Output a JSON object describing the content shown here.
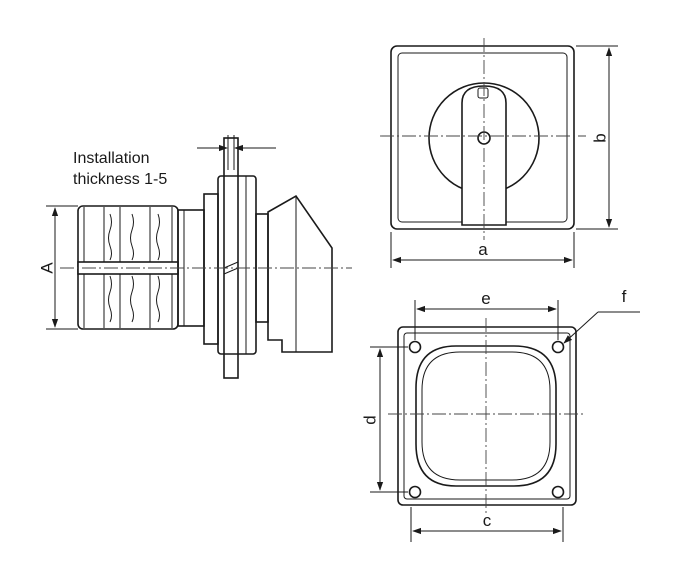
{
  "note": {
    "line1": "Installation",
    "line2": "thickness 1-5"
  },
  "labels": {
    "A": "A",
    "a": "a",
    "b": "b",
    "c": "c",
    "d": "d",
    "e": "e",
    "f": "f"
  }
}
